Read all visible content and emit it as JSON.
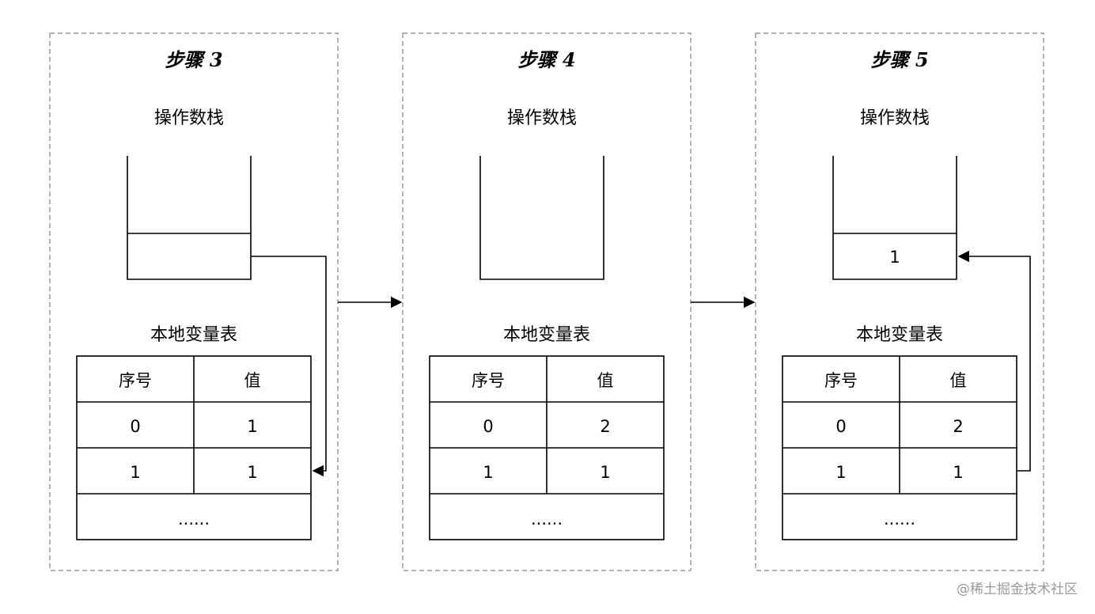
{
  "steps": [
    {
      "title": "步骤 3",
      "stack_label": "操作数栈",
      "stack_items": [
        ""
      ],
      "table_label": "本地变量表",
      "headers": [
        "序号",
        "值"
      ],
      "rows": [
        [
          "0",
          "1"
        ],
        [
          "1",
          "1"
        ]
      ],
      "ellipsis": "......"
    },
    {
      "title": "步骤 4",
      "stack_label": "操作数栈",
      "stack_items": [],
      "table_label": "本地变量表",
      "headers": [
        "序号",
        "值"
      ],
      "rows": [
        [
          "0",
          "2"
        ],
        [
          "1",
          "1"
        ]
      ],
      "ellipsis": "......"
    },
    {
      "title": "步骤 5",
      "stack_label": "操作数栈",
      "stack_items": [
        "1"
      ],
      "table_label": "本地变量表",
      "headers": [
        "序号",
        "值"
      ],
      "rows": [
        [
          "0",
          "2"
        ],
        [
          "1",
          "1"
        ]
      ],
      "ellipsis": "......"
    }
  ],
  "watermark": "@稀土掘金技术社区"
}
